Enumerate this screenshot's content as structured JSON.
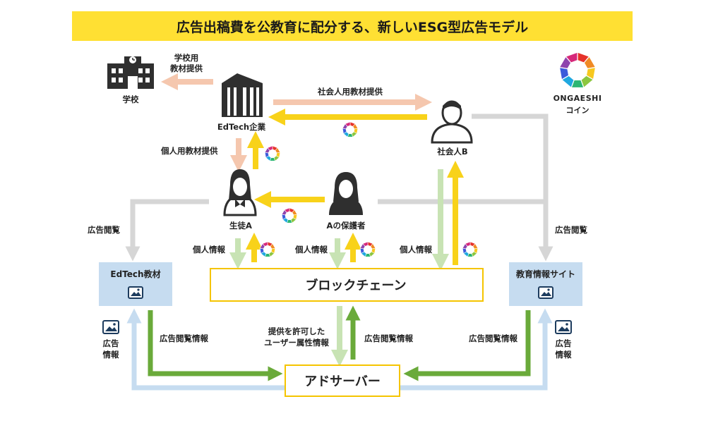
{
  "title": "広告出稿費を公教育に配分する、新しいESG型広告モデル",
  "nodes": {
    "school": "学校",
    "edtech_company": "EdTech企業",
    "adult_b": "社会人B",
    "student_a": "生徒A",
    "guardian_a": "Aの保護者",
    "edtech_material": "EdTech教材",
    "education_site": "教育情報サイト",
    "blockchain": "ブロックチェーン",
    "ad_server": "アドサーバー"
  },
  "coin": {
    "brand": "ONGAESHI",
    "label": "コイン"
  },
  "labels": {
    "school_material_line1": "学校用",
    "school_material_line2": "教材提供",
    "adult_material": "社会人用教材提供",
    "personal_material": "個人用教材提供",
    "ad_view_left": "広告閲覧",
    "ad_view_right": "広告閲覧",
    "personal_info_1": "個人情報",
    "personal_info_2": "個人情報",
    "personal_info_3": "個人情報",
    "ad_view_info_left": "広告閲覧情報",
    "ad_view_info_center": "広告閲覧情報",
    "ad_view_info_right": "広告閲覧情報",
    "permitted_attr_line1": "提供を許可した",
    "permitted_attr_line2": "ユーザー属性情報",
    "ad_info_left_line1": "広告",
    "ad_info_left_line2": "情報",
    "ad_info_right_line1": "広告",
    "ad_info_right_line2": "情報"
  },
  "colors": {
    "title_bg": "#ffe033",
    "yellow_arrow": "#f8d21a",
    "salmon_arrow": "#f5c7ae",
    "light_green_arrow": "#c8e3b4",
    "dark_green_arrow": "#6aaa3a",
    "gray_arrow": "#d6d6d6",
    "light_blue_arrow": "#c6dcf0",
    "dark_icon": "#2f2f2f"
  }
}
